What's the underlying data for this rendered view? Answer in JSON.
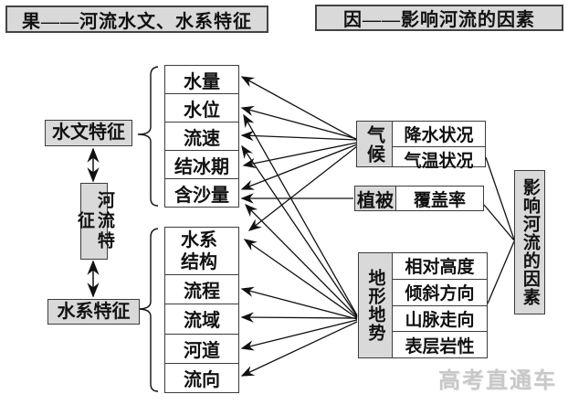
{
  "headers": {
    "result": "果——河流水文、水系特征",
    "cause": "因——影响河流的因素"
  },
  "left_column": {
    "river": "河流特征",
    "hydrology": "水文特征",
    "system": "水系特征"
  },
  "hydro_features": [
    "水量",
    "水位",
    "流速",
    "结冰期",
    "含沙量"
  ],
  "system_features": [
    "水系结构",
    "流程",
    "流域",
    "河道",
    "流向"
  ],
  "factor_groups": {
    "climate": {
      "label": "气候",
      "items": [
        "降水状况",
        "气温状况"
      ]
    },
    "vegetation": {
      "label": "植被",
      "items": [
        "覆盖率"
      ]
    },
    "terrain": {
      "label": "地形地势",
      "items": [
        "相对高度",
        "倾斜方向",
        "山脉走向",
        "表层岩性"
      ]
    }
  },
  "result_box": "影响河流的因素",
  "watermark": "高考直通车",
  "colors": {
    "box_fill": "#d9d9d9",
    "line": "#111111",
    "border": "#3c3c3c",
    "watermark": "#c8c8c8"
  }
}
